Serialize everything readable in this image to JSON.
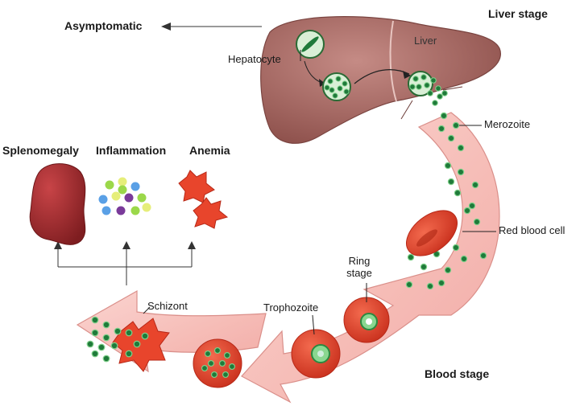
{
  "labels": {
    "liver_stage": "Liver stage",
    "blood_stage": "Blood stage",
    "asymptomatic": "Asymptomatic",
    "liver": "Liver",
    "hepatocyte": "Hepatocyte",
    "merozoite": "Merozoite",
    "red_blood_cell": "Red blood cell",
    "ring_stage_line1": "Ring",
    "ring_stage_line2": "stage",
    "trophozoite": "Trophozoite",
    "schizont": "Schizont",
    "splenomegaly": "Splenomegaly",
    "inflammation": "Inflammation",
    "anemia": "Anemia"
  },
  "colors": {
    "liver": "#a0605a",
    "arrow_band": "#f6b8b2",
    "arrow_outline": "#d98a84",
    "red_cell": "#e8452c",
    "parasite": "#1f7a3a",
    "parasite_ring": "#7fd08a",
    "spleen": "#9b2a2c",
    "text": "#1a1a1a"
  },
  "inflammation_dot_colors": [
    "#9bd84a",
    "#e6ee7a",
    "#5aa0e6",
    "#7a3a9a"
  ]
}
